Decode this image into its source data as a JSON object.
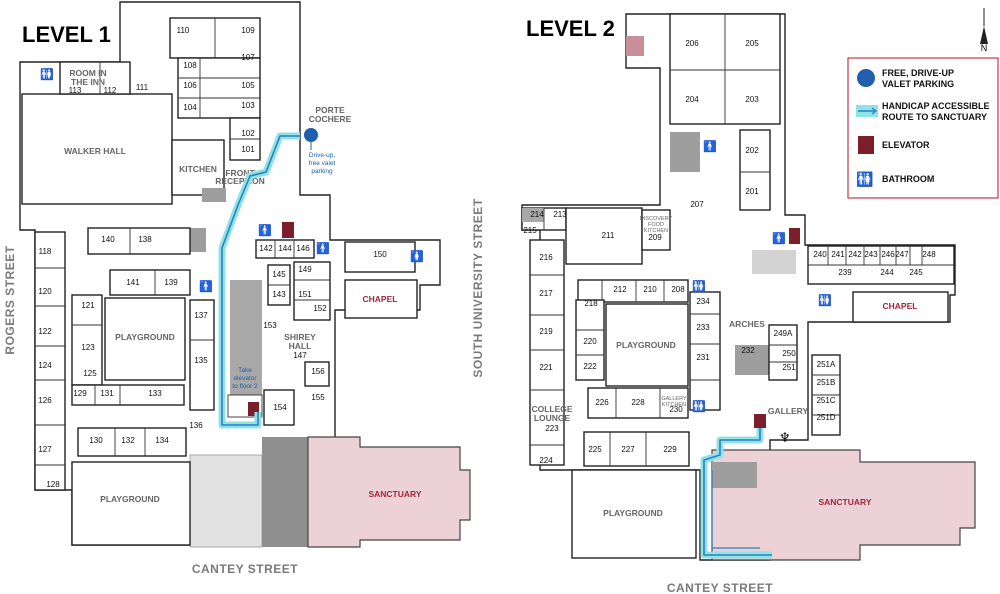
{
  "levels": [
    {
      "title": "LEVEL 1"
    },
    {
      "title": "LEVEL 2"
    }
  ],
  "streets": {
    "rogers": "ROGERS STREET",
    "south_university": "SOUTH UNIVERSITY STREET",
    "cantey_1": "CANTEY STREET",
    "cantey_2": "CANTEY STREET"
  },
  "level1": {
    "areas": {
      "room_in_the_inn_1": "ROOM IN",
      "room_in_the_inn_2": "THE INN",
      "walker_hall": "WALKER HALL",
      "kitchen": "KITCHEN",
      "front_reception_1": "FRONT",
      "front_reception_2": "RECEPTION",
      "porte_cochere_1": "PORTE",
      "porte_cochere_2": "COCHERE",
      "playground_a": "PLAYGROUND",
      "playground_b": "PLAYGROUND",
      "shirey_hall_1": "SHIREY",
      "shirey_hall_2": "HALL",
      "shirey_hall_3": "147",
      "chapel": "CHAPEL",
      "sanctuary": "SANCTUARY"
    },
    "notes": {
      "valet_1": "Drive-up,",
      "valet_2": "free valet",
      "valet_3": "parking",
      "elevator_1": "Take",
      "elevator_2": "elevator",
      "elevator_3": "to floor 2"
    },
    "rooms": [
      "110",
      "109",
      "108",
      "107",
      "106",
      "105",
      "104",
      "103",
      "102",
      "101",
      "113",
      "112",
      "111",
      "140",
      "138",
      "141",
      "139",
      "137",
      "135",
      "136",
      "118",
      "120",
      "122",
      "124",
      "126",
      "127",
      "128",
      "121",
      "123",
      "125",
      "129",
      "131",
      "133",
      "130",
      "132",
      "134",
      "142",
      "144",
      "146",
      "145",
      "143",
      "149",
      "151",
      "152",
      "150",
      "153",
      "154",
      "155",
      "156"
    ]
  },
  "level2": {
    "areas": {
      "discovery_1": "DISCOVERY",
      "discovery_2": "FOOD",
      "discovery_3": "KITCHEN",
      "playground_a": "PLAYGROUND",
      "playground_b": "PLAYGROUND",
      "arches": "ARCHES",
      "chapel": "CHAPEL",
      "gallery": "GALLERY",
      "gallery_kitchen_1": "GALLERY",
      "gallery_kitchen_2": "KITCHEN",
      "college_lounge_1": "COLLEGE",
      "college_lounge_2": "LOUNGE",
      "college_lounge_3": "223",
      "sanctuary": "SANCTUARY"
    },
    "rooms": [
      "206",
      "205",
      "204",
      "203",
      "202",
      "201",
      "207",
      "214",
      "213",
      "215",
      "211",
      "209",
      "216",
      "217",
      "218",
      "219",
      "220",
      "221",
      "222",
      "224",
      "225",
      "226",
      "227",
      "228",
      "229",
      "230",
      "231",
      "233",
      "234",
      "208",
      "210",
      "212",
      "232",
      "249A",
      "250",
      "251",
      "240",
      "241",
      "242",
      "243",
      "246",
      "247",
      "248",
      "239",
      "244",
      "245",
      "251A",
      "251B",
      "251C",
      "251D"
    ]
  },
  "legend": {
    "valet_1": "FREE, DRIVE-UP",
    "valet_2": "VALET PARKING",
    "route_1": "HANDICAP ACCESSIBLE",
    "route_2": "ROUTE TO SANCTUARY",
    "elevator": "ELEVATOR",
    "bathroom": "BATHROOM"
  },
  "compass": "N",
  "colors": {
    "valet_dot": "#1f5fae",
    "route": "#2a7fc1",
    "route_glow": "#8fe3e6",
    "elevator": "#7b1f2c",
    "sanctuary": "#ecd2d7",
    "chapel_text": "#a3253b",
    "stair_gray": "#9e9e9e"
  }
}
